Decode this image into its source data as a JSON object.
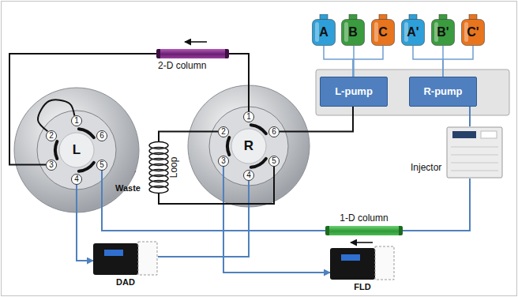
{
  "diagram": {
    "nodes": [
      {
        "text": [
          "A"
        ]
      },
      {
        "text": [
          "B"
        ]
      },
      {
        "text": [
          "C"
        ]
      },
      {
        "text": [
          "A'"
        ]
      },
      {
        "text": [
          "B'"
        ]
      },
      {
        "text": [
          "C'"
        ]
      },
      {
        "text": [
          "L-pump"
        ]
      },
      {
        "text": [
          "R-pump"
        ]
      },
      {
        "text": [
          "2-D column"
        ]
      },
      {
        "text": [
          "L"
        ]
      },
      {
        "text": [
          "1"
        ],
        "in": 9
      },
      {
        "text": [
          "2"
        ],
        "in": 9
      },
      {
        "text": [
          "3"
        ],
        "in": 9
      },
      {
        "text": [
          "4"
        ],
        "in": 9
      },
      {
        "text": [
          "5"
        ],
        "in": 9
      },
      {
        "text": [
          "6"
        ],
        "in": 9
      },
      {
        "text": [
          "Loop"
        ]
      },
      {
        "text": [
          "R"
        ]
      },
      {
        "text": [
          "1"
        ],
        "in": 17
      },
      {
        "text": [
          "2"
        ],
        "in": 17
      },
      {
        "text": [
          "3"
        ],
        "in": 17
      },
      {
        "text": [
          "4"
        ],
        "in": 17
      },
      {
        "text": [
          "5"
        ],
        "in": 17
      },
      {
        "text": [
          "6"
        ],
        "in": 17
      },
      {
        "text": [
          "Injector"
        ]
      },
      {
        "text": [
          "1-D column"
        ]
      },
      {
        "text": [
          "DAD"
        ]
      },
      {
        "text": [
          "FLD"
        ]
      }
    ],
    "edges": [
      {
        "from": 0,
        "to": 6,
        "arrow": "none"
      },
      {
        "from": 1,
        "to": 6,
        "arrow": "none"
      },
      {
        "from": 2,
        "to": 6,
        "arrow": "none"
      },
      {
        "from": 3,
        "to": 7,
        "arrow": "none"
      },
      {
        "from": 4,
        "to": 7,
        "arrow": "none"
      },
      {
        "from": 5,
        "to": 7,
        "arrow": "none"
      },
      {
        "from": 6,
        "to": 23,
        "arrow": "none"
      },
      {
        "from": 7,
        "to": 24,
        "arrow": "none"
      },
      {
        "from": 24,
        "to": 25,
        "arrow": "none"
      },
      {
        "from": 25,
        "to": 14,
        "arrow": "none"
      },
      {
        "from": 13,
        "to": 26,
        "arrow": "to"
      },
      {
        "from": 26,
        "to": 21,
        "arrow": "none"
      },
      {
        "from": 20,
        "to": 27,
        "arrow": "to"
      },
      {
        "from": 18,
        "to": 8,
        "arrow": "none"
      },
      {
        "from": 8,
        "to": 12,
        "arrow": "none"
      },
      {
        "from": 11,
        "to": 10,
        "arrow": "none"
      },
      {
        "from": 19,
        "to": 16,
        "arrow": "none"
      },
      {
        "from": 16,
        "to": 22,
        "arrow": "none"
      }
    ],
    "labels": [
      "Waste"
    ]
  }
}
